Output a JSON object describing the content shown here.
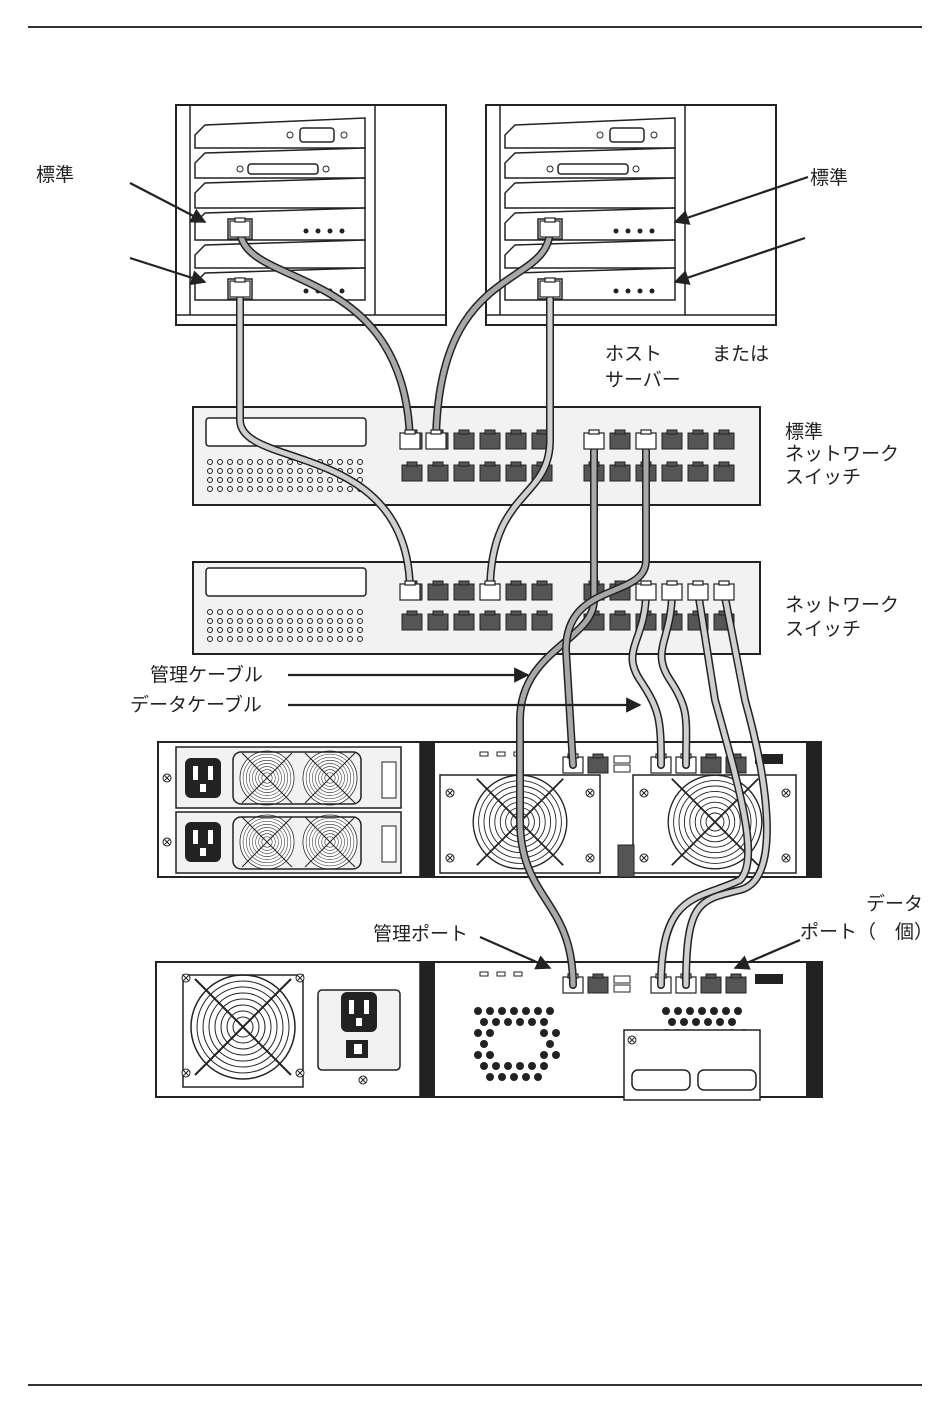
{
  "labels": {
    "standard_top_left": "標準",
    "standard_top_right": "標準",
    "host_server_line1": "ホスト",
    "host_server_line2": "サーバー",
    "or": "または",
    "std_switch_line1": "標準",
    "std_switch_line2": "ネットワーク",
    "std_switch_line3": "スイッチ",
    "net_switch_line1": "ネットワーク",
    "net_switch_line2": "スイッチ",
    "mgmt_cable": "管理ケーブル",
    "data_cable": "データケーブル",
    "data_port_line1": "データ",
    "data_port_line2": "ポート（　個）",
    "mgmt_port": "管理ポート"
  },
  "colors": {
    "outline": "#222222",
    "panel_fill": "#f2f2f2",
    "port_dark": "#555555",
    "cable_fill": "#a8a8a8",
    "cable_fill_light": "#cfcfcf"
  }
}
